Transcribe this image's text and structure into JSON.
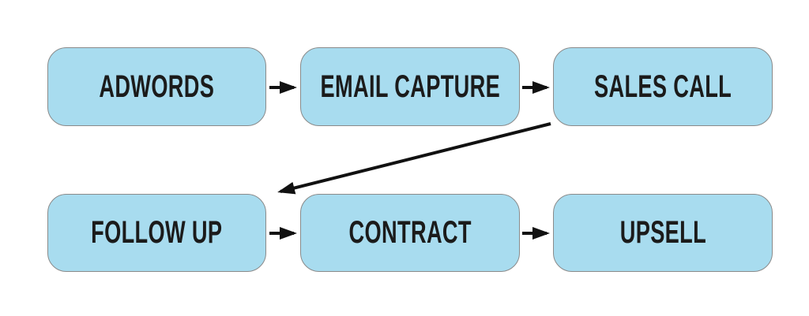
{
  "diagram": {
    "type": "flowchart",
    "nodes": [
      {
        "id": "adwords",
        "label": "ADWORDS"
      },
      {
        "id": "email-capture",
        "label": "EMAIL CAPTURE"
      },
      {
        "id": "sales-call",
        "label": "SALES CALL"
      },
      {
        "id": "follow-up",
        "label": "FOLLOW UP"
      },
      {
        "id": "contract",
        "label": "CONTRACT"
      },
      {
        "id": "upsell",
        "label": "UPSELL"
      }
    ],
    "edges": [
      {
        "from": "adwords",
        "to": "email-capture",
        "direction": "right"
      },
      {
        "from": "email-capture",
        "to": "sales-call",
        "direction": "right"
      },
      {
        "from": "sales-call",
        "to": "follow-up",
        "direction": "diagonal-down-left"
      },
      {
        "from": "follow-up",
        "to": "contract",
        "direction": "right"
      },
      {
        "from": "contract",
        "to": "upsell",
        "direction": "right"
      }
    ],
    "colors": {
      "node_fill": "#a8dcef",
      "node_border": "#8a8a8a",
      "arrow": "#111111",
      "text": "#1b1b1b",
      "background": "#ffffff"
    }
  }
}
